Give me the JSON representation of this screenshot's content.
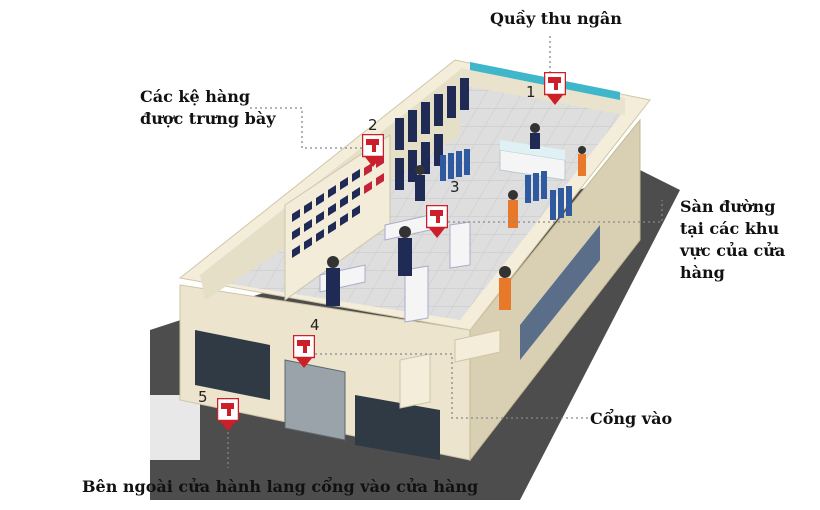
{
  "labels": {
    "cashier": "Quầy thu ngân",
    "shelves_line1": "Các kệ hàng",
    "shelves_line2": "được trưng bày",
    "floor_line1": "Sàn đường",
    "floor_line2": "tại các khu",
    "floor_line3": "vực của cửa",
    "floor_line4": "hàng",
    "entrance": "Cổng vào",
    "outside": "Bên ngoài cửa hành lang cổng vào cửa hàng"
  },
  "markers": [
    {
      "number": "1",
      "icon": "camera-marker-icon"
    },
    {
      "number": "2",
      "icon": "camera-marker-icon"
    },
    {
      "number": "3",
      "icon": "camera-marker-icon"
    },
    {
      "number": "4",
      "icon": "camera-marker-icon"
    },
    {
      "number": "5",
      "icon": "camera-marker-icon"
    }
  ],
  "colors": {
    "marker_red": "#cc1f2a",
    "wall": "#ece4cc",
    "floor": "#dcdcdc",
    "accent_teal": "#3fb6c9",
    "shelf_navy": "#1f2a55",
    "ground": "#4a4a4a"
  }
}
